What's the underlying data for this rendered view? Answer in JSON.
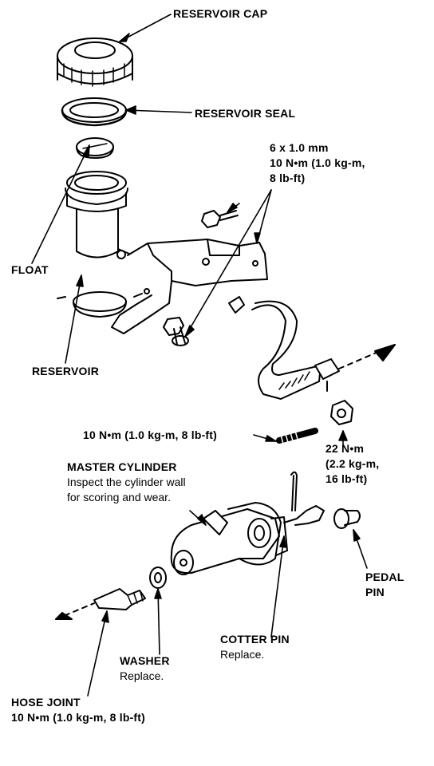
{
  "labels": {
    "reservoir_cap": "RESERVOIR CAP",
    "reservoir_seal": "RESERVOIR SEAL",
    "bolt_spec_line1": "6 x 1.0 mm",
    "bolt_spec_line2": "10 N•m (1.0 kg-m,",
    "bolt_spec_line3": "8 lb-ft)",
    "float": "FLOAT",
    "reservoir": "RESERVOIR",
    "stud_torque": "10 N•m (1.0 kg-m, 8 lb-ft)",
    "nut_torque_line1": "22 N•m",
    "nut_torque_line2": "(2.2 kg-m,",
    "nut_torque_line3": "16 lb-ft)",
    "master_cylinder": "MASTER CYLINDER",
    "master_cylinder_note_line1": "Inspect the cylinder wall",
    "master_cylinder_note_line2": "for scoring and wear.",
    "pedal_pin_line1": "PEDAL",
    "pedal_pin_line2": "PIN",
    "cotter_pin": "COTTER PIN",
    "cotter_pin_note": "Replace.",
    "washer": "WASHER",
    "washer_note": "Replace.",
    "hose_joint": "HOSE JOINT",
    "hose_joint_torque": "10 N•m (1.0 kg-m, 8 lb-ft)"
  },
  "colors": {
    "ink": "#000000",
    "paper": "#ffffff"
  }
}
